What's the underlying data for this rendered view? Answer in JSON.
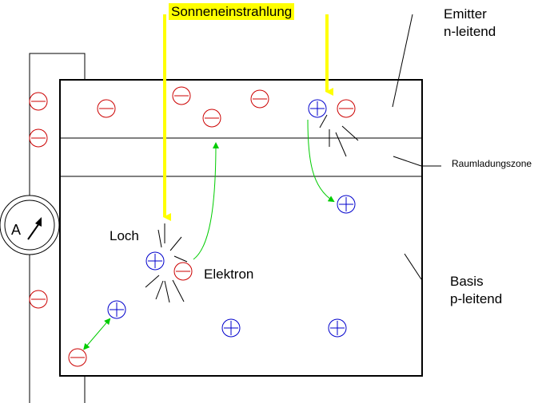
{
  "labels": {
    "sunlight": "Sonneneinstrahlung",
    "emitter_line1": "Emitter",
    "emitter_line2": "n-leitend",
    "depletion_zone": "Raumladungszone",
    "base_line1": "Basis",
    "base_line2": "p-leitend",
    "hole": "Loch",
    "electron": "Elektron",
    "ammeter": "A"
  },
  "symbols": {
    "electron": "minus-circle",
    "hole": "plus-circle"
  },
  "colors": {
    "sunlight_arrow": "#ffff00",
    "sunlight_highlight": "#ffff00",
    "electron": "#cc0000",
    "hole": "#0000cc",
    "carrier_path": "#00cc00",
    "wire": "#000000"
  }
}
